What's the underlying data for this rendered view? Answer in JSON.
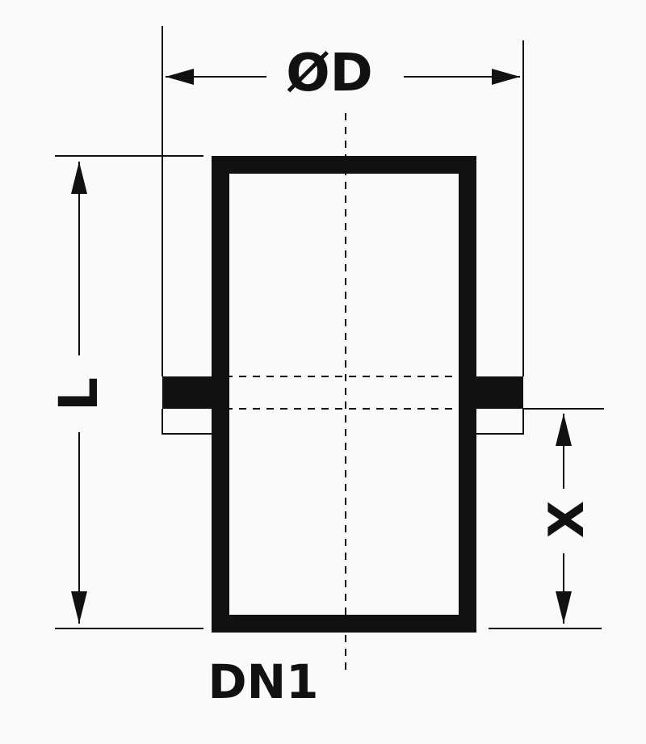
{
  "labels": {
    "diameter": "ØD",
    "length": "L",
    "offset": "X",
    "nominal_diameter": "DN1"
  },
  "colors": {
    "background": "#fafafa",
    "ink": "#111111"
  }
}
